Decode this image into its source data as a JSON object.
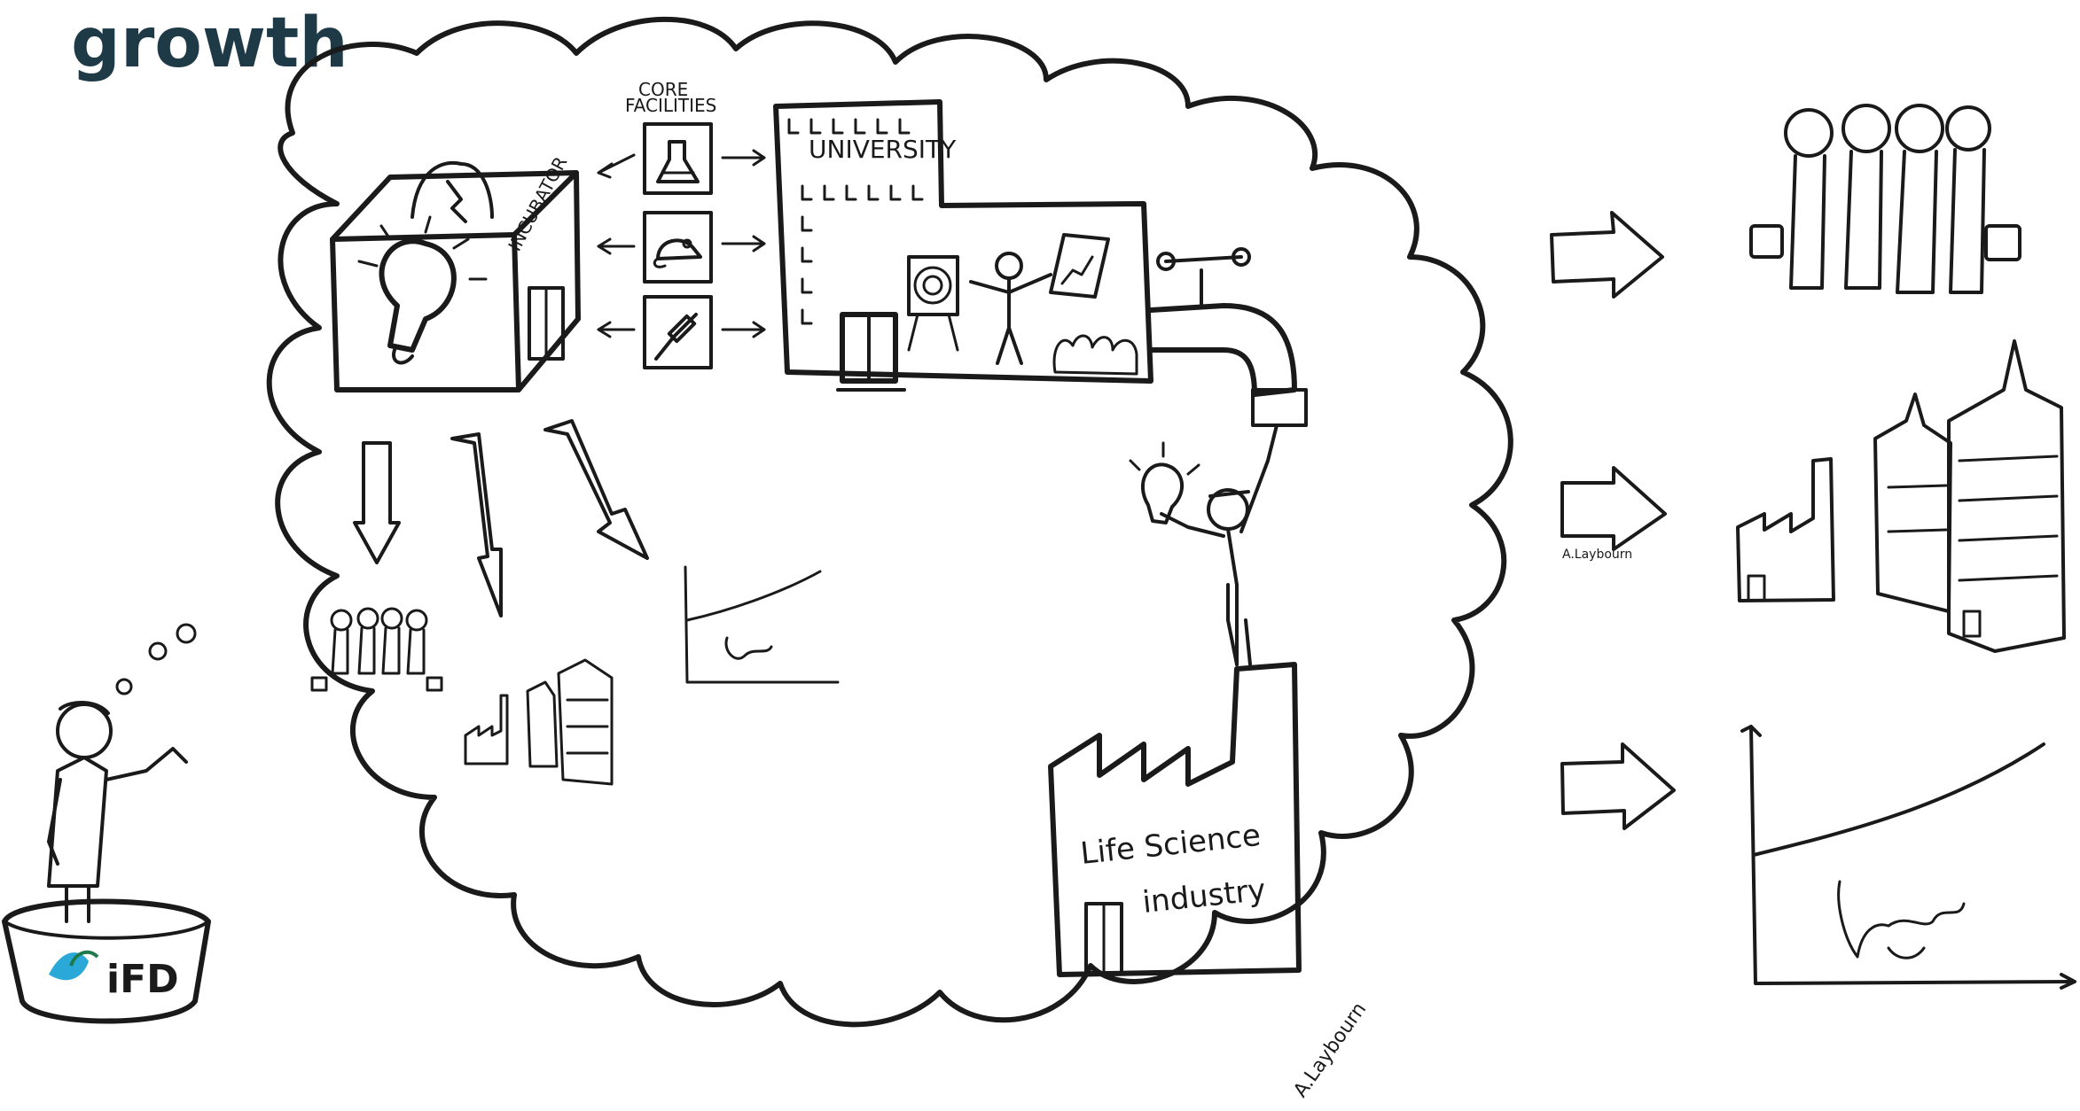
{
  "title": "growth",
  "labels": {
    "core_facilities_line1": "CORE",
    "core_facilities_line2": "FACILITIES",
    "university": "UNIVERSITY",
    "incubator": "INCUBATOR",
    "life_science_line1": "Life Science",
    "life_science_line2": "industry",
    "ifd_logo": "iFD",
    "signature": "A.Laybourn"
  },
  "colors": {
    "title": "#1f3a47",
    "ink": "#1a1a1a",
    "logo_blue": "#2aa8d8",
    "logo_green": "#1e7a4a"
  },
  "icons": [
    "flask-icon",
    "mouse-icon",
    "syringe-icon",
    "lightbulb-icon",
    "factory-icon",
    "skyscraper-icon",
    "growth-chart-icon",
    "workers-icon",
    "faucet-icon"
  ]
}
